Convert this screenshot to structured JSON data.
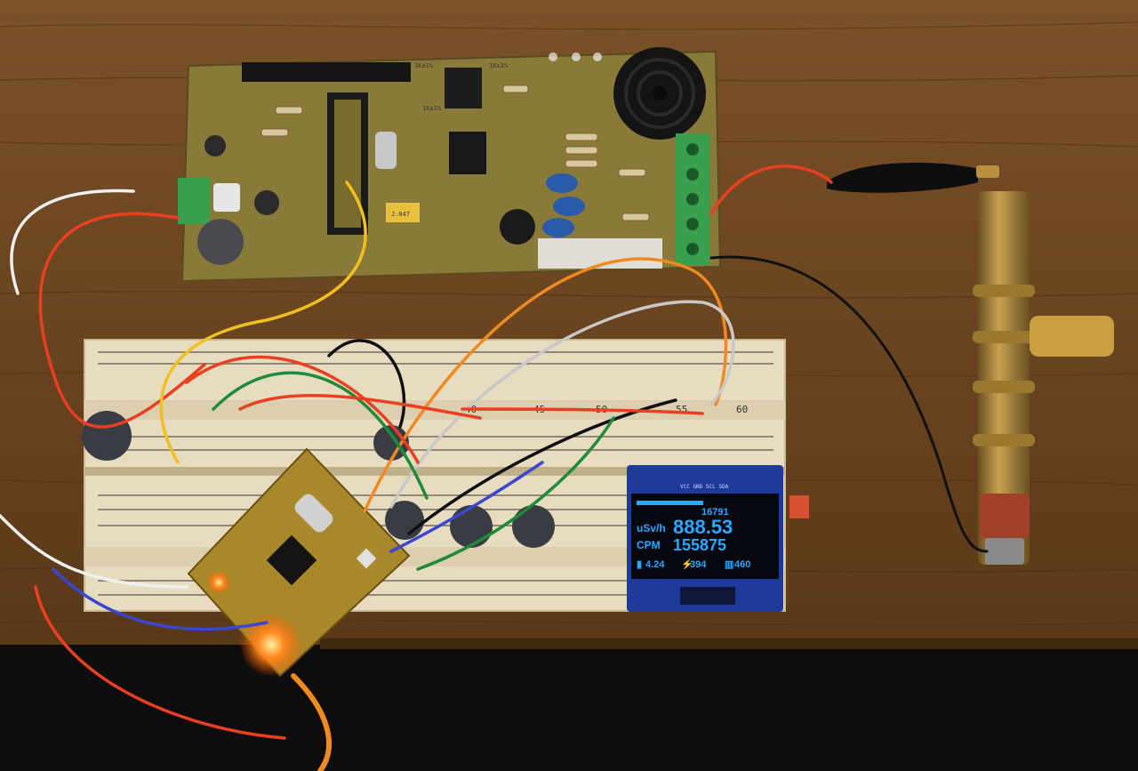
{
  "hv_board": {
    "resistor_codes": [
      "1K±1%",
      "1K±1%",
      "1K±1%"
    ],
    "cap_code": "J.047"
  },
  "breadboard": {
    "column_numbers": [
      "40",
      "45",
      "50",
      "55",
      "60"
    ],
    "module_header_label": "VCC GND SCL SDA"
  },
  "oled": {
    "pulse_count": "16791",
    "dose_unit": "uSv/h",
    "dose_value": "888.53",
    "cpm_label": "CPM",
    "cpm_value": "155875",
    "battery_value": "4.24",
    "hv_value": "394",
    "third_value": "460"
  },
  "colors": {
    "wood": "#6e4a24",
    "pcb": "#8a7a3a",
    "breadboard": "#e8dcc0",
    "oled_text": "#2aa8ff",
    "oled_pcb": "#1e3a9a"
  }
}
